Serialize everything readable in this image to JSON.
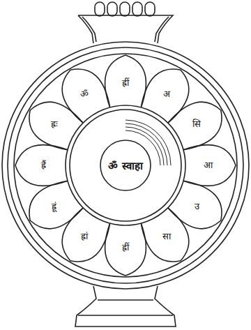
{
  "diagram": {
    "nodes": [
      {
        "text": [
          "ॐ स्वाहा"
        ]
      }
    ],
    "labels": [
      "ह्रीं",
      "अ",
      "सि",
      "आ",
      "उ",
      "सा",
      "ह्रीं",
      "ह्रां",
      "ह्रूं",
      "ह्रैं",
      "ह्रः",
      "ॐ"
    ]
  }
}
